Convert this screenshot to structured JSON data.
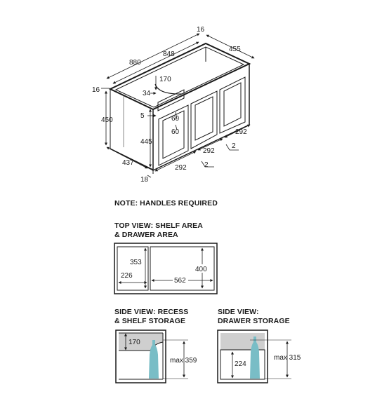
{
  "iso_view": {
    "dims": {
      "width_total": "880",
      "width_inner": "848",
      "top_thickness": "16",
      "depth": "455",
      "side_thickness": "16",
      "height": "450",
      "recess_radius": "170",
      "recess_offset": "34",
      "shelf_gap": "5",
      "rail_top": "60",
      "rail_mid": "60",
      "door_height": "445",
      "base_depth": "437",
      "plinth": "18",
      "door_width_1": "292",
      "door_width_2": "292",
      "door_width_3": "292",
      "door_gap_1": "2",
      "door_gap_2": "2"
    }
  },
  "note": "NOTE: HANDLES REQUIRED",
  "top_view": {
    "title_line1": "TOP VIEW: SHELF AREA",
    "title_line2": "& DRAWER AREA",
    "dims": {
      "shelf_depth": "353",
      "shelf_width": "226",
      "drawer_width": "562",
      "drawer_depth": "400"
    }
  },
  "side_recess": {
    "title_line1": "SIDE VIEW: RECESS",
    "title_line2": "& SHELF STORAGE",
    "dims": {
      "recess": "170",
      "max_height": "max 359"
    }
  },
  "side_drawer": {
    "title_line1": "SIDE VIEW:",
    "title_line2": "DRAWER STORAGE",
    "dims": {
      "drawer_height": "224",
      "max_height": "max 315"
    }
  },
  "colors": {
    "line": "#1a1a1a",
    "panel_fill": "#cfcfcf",
    "bottle": "#79bdc6"
  }
}
